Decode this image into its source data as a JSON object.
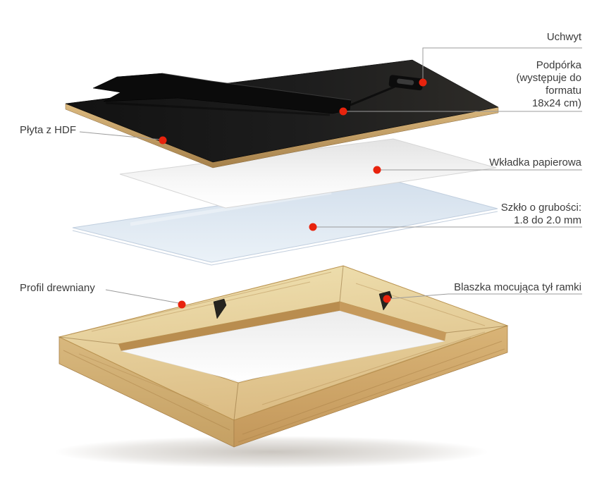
{
  "diagram": {
    "background_color": "#ffffff",
    "accent_color": "#e8230d",
    "connector_color": "#9b9b9b",
    "text_color": "#3b3b3b",
    "labels": {
      "uchwyt": {
        "text": "Uchwyt"
      },
      "podporka": {
        "lines": [
          "Podpórka",
          "(występuje do",
          "formatu",
          "18x24 cm)"
        ]
      },
      "plyta": {
        "text": "Płyta z HDF"
      },
      "wkladka": {
        "text": "Wkładka papierowa"
      },
      "szklo": {
        "lines": [
          "Szkło o grubości:",
          "1.8 do 2.0 mm"
        ]
      },
      "profil": {
        "text": "Profil drewniany"
      },
      "blaszka": {
        "text": "Blaszka mocująca tył ramki"
      }
    },
    "part_colors": {
      "hdf_top": "#1c1c1c",
      "hdf_edge": "#c39a61",
      "paper": "#f7f7f7",
      "glass": "#dde7f2",
      "wood": "#e2c48d"
    }
  }
}
